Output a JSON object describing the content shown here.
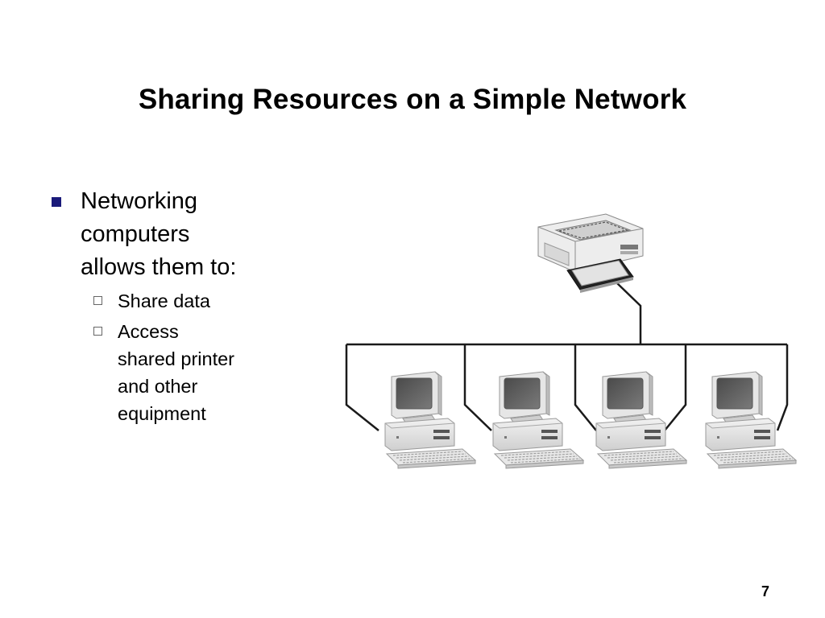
{
  "slide": {
    "title": "Sharing Resources on a Simple Network",
    "bullet1": {
      "lines": [
        "Networking",
        "computers",
        "allows them to:"
      ]
    },
    "sub_bullets": [
      {
        "lines": [
          "Share data"
        ]
      },
      {
        "lines": [
          "Access",
          "shared printer",
          "and other",
          "equipment"
        ]
      }
    ],
    "page_number": "7"
  },
  "icons": [
    "printer-icon",
    "computer-icon",
    "computer-icon",
    "computer-icon",
    "computer-icon"
  ],
  "colors": {
    "bullet": "#1a1a7a",
    "cable": "#1a1a1a"
  }
}
